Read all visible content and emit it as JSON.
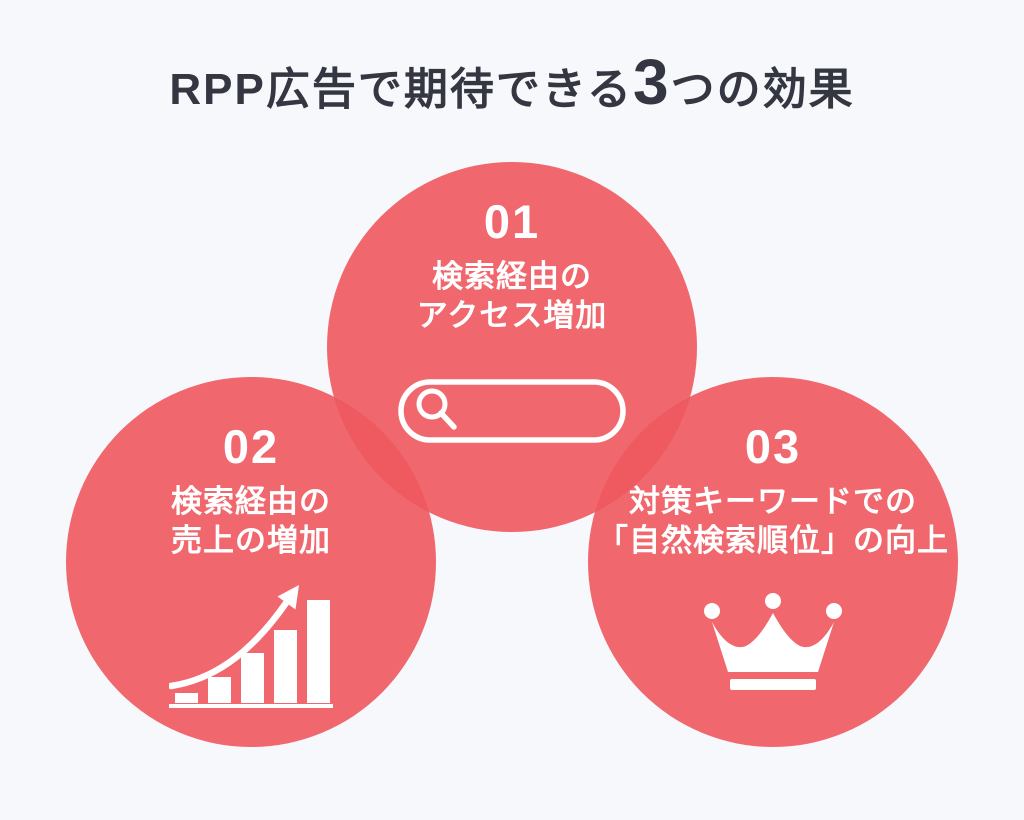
{
  "title": {
    "prefix": "RPP広告で期待できる",
    "highlight": "3",
    "suffix": "つの効果"
  },
  "colors": {
    "background": "#F7F8FC",
    "circle_fill": "rgba(238,88,94,0.9)",
    "circle_solid": "#EF686E",
    "circle_overlap": "#EE5A60",
    "title_text": "#343741",
    "content_text": "#FFFFFF"
  },
  "circles": [
    {
      "number": "01",
      "line1": "検索経由の",
      "line2": "アクセス増加",
      "icon": "search-bar-icon"
    },
    {
      "number": "02",
      "line1": "検索経由の",
      "line2": "売上の増加",
      "icon": "growth-bar-chart-icon"
    },
    {
      "number": "03",
      "line1": "対策キーワードでの",
      "line2": "「自然検索順位」の向上",
      "icon": "crown-icon"
    }
  ]
}
